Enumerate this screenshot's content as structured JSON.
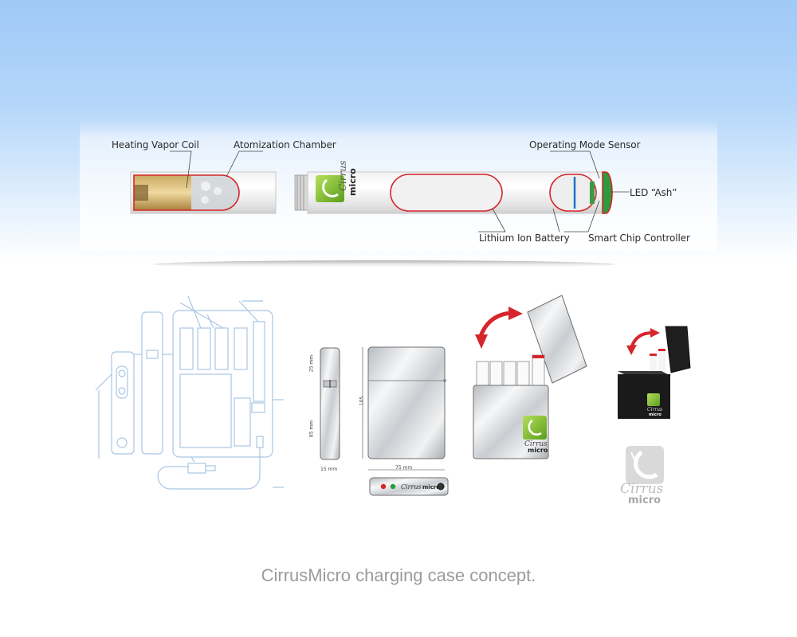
{
  "labels": {
    "heating_vapor_coil": "Heating Vapor Coil",
    "atomization_chamber": "Atomization Chamber",
    "operating_mode_sensor": "Operating Mode Sensor",
    "led_ash": "LED “Ash”",
    "lithium_ion_battery": "Lithium Ion Battery",
    "smart_chip_controller": "Smart Chip Controller"
  },
  "dimensions": {
    "side_top": "25 mm",
    "side_bottom": "85 mm",
    "side_width": "15 mm",
    "front_height": "105",
    "front_width": "75 mm"
  },
  "logo": {
    "brand_script": "Cirrus",
    "brand_word": "micro"
  },
  "caption": "CirrusMicro charging case concept.",
  "colors": {
    "accent_red": "#d6262b",
    "logo_green": "#7fbf2a",
    "blueprint_line": "#a9c6e4",
    "led_green": "#2e9a3e",
    "sensor_blue": "#1d70c8"
  }
}
